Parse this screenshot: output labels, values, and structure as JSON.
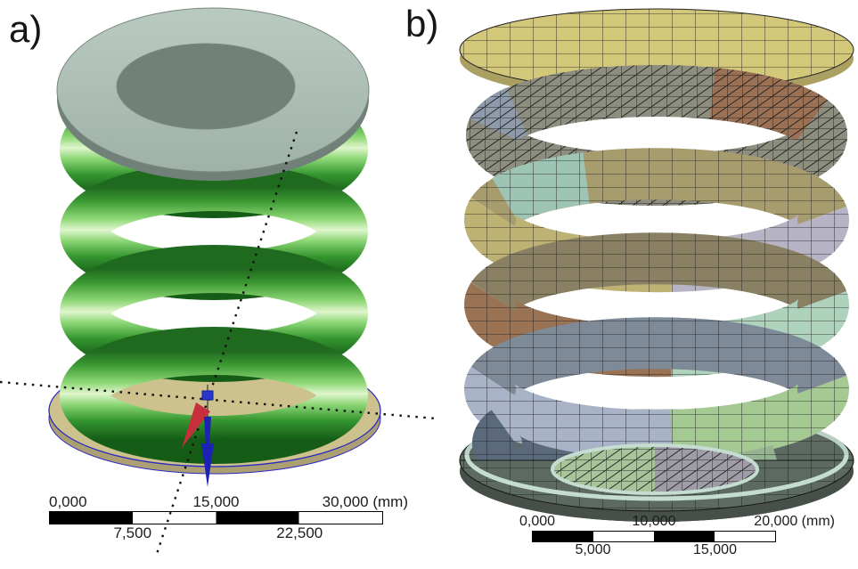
{
  "figure": {
    "background": "#ffffff",
    "panels": [
      {
        "label": "a)",
        "scale_bar": {
          "top_labels": [
            "0,000",
            "15,000",
            "30,000 (mm)"
          ],
          "bottom_labels": [
            "7,500",
            "22,500"
          ]
        },
        "colors": {
          "spring_green": "#2f9e35",
          "spring_highlight": "#dff5cc",
          "spring_dark": "#1a6b20",
          "top_plate": "#aec0b6",
          "top_plate_edge": "#71817a",
          "bottom_plate": "#cdc18d",
          "bottom_plate_edge": "#ab9f73",
          "plate_outline_blue": "#2a2ac0",
          "construction_line": "#111111",
          "force_arrow_red": "#c5303c",
          "axis_arrow_blue": "#1c22b4"
        }
      },
      {
        "label": "b)",
        "scale_bar": {
          "top_labels": [
            "0,000",
            "10,000",
            "20,000 (mm)"
          ],
          "bottom_labels": [
            "5,000",
            "15,000"
          ]
        },
        "colors": {
          "top_plate": "#d3c77a",
          "top_plate_edge": "#ac9f62",
          "coil_dark_olive": "#8d8e7f",
          "coil_brown_patch": "#9a7154",
          "coil_slate_patch": "#8f9aab",
          "coil_tan": "#bdb173",
          "coil_lavender": "#b6b3c4",
          "coil_brown": "#9a7254",
          "coil_mint": "#aed2bc",
          "coil_light_blue": "#a8b3c7",
          "coil_light_green": "#a5c993",
          "coil_slate": "#5a697c",
          "coil_muted_green": "#93b391",
          "bottom_plate": "#5c6a62",
          "bottom_plate_edge": "#465049",
          "rim_mint": "#c4ddd0",
          "hole_left_green": "#a8c49a",
          "hole_right_gray": "#9e9ca6",
          "mesh_line": "#1c1c1c"
        }
      }
    ]
  }
}
